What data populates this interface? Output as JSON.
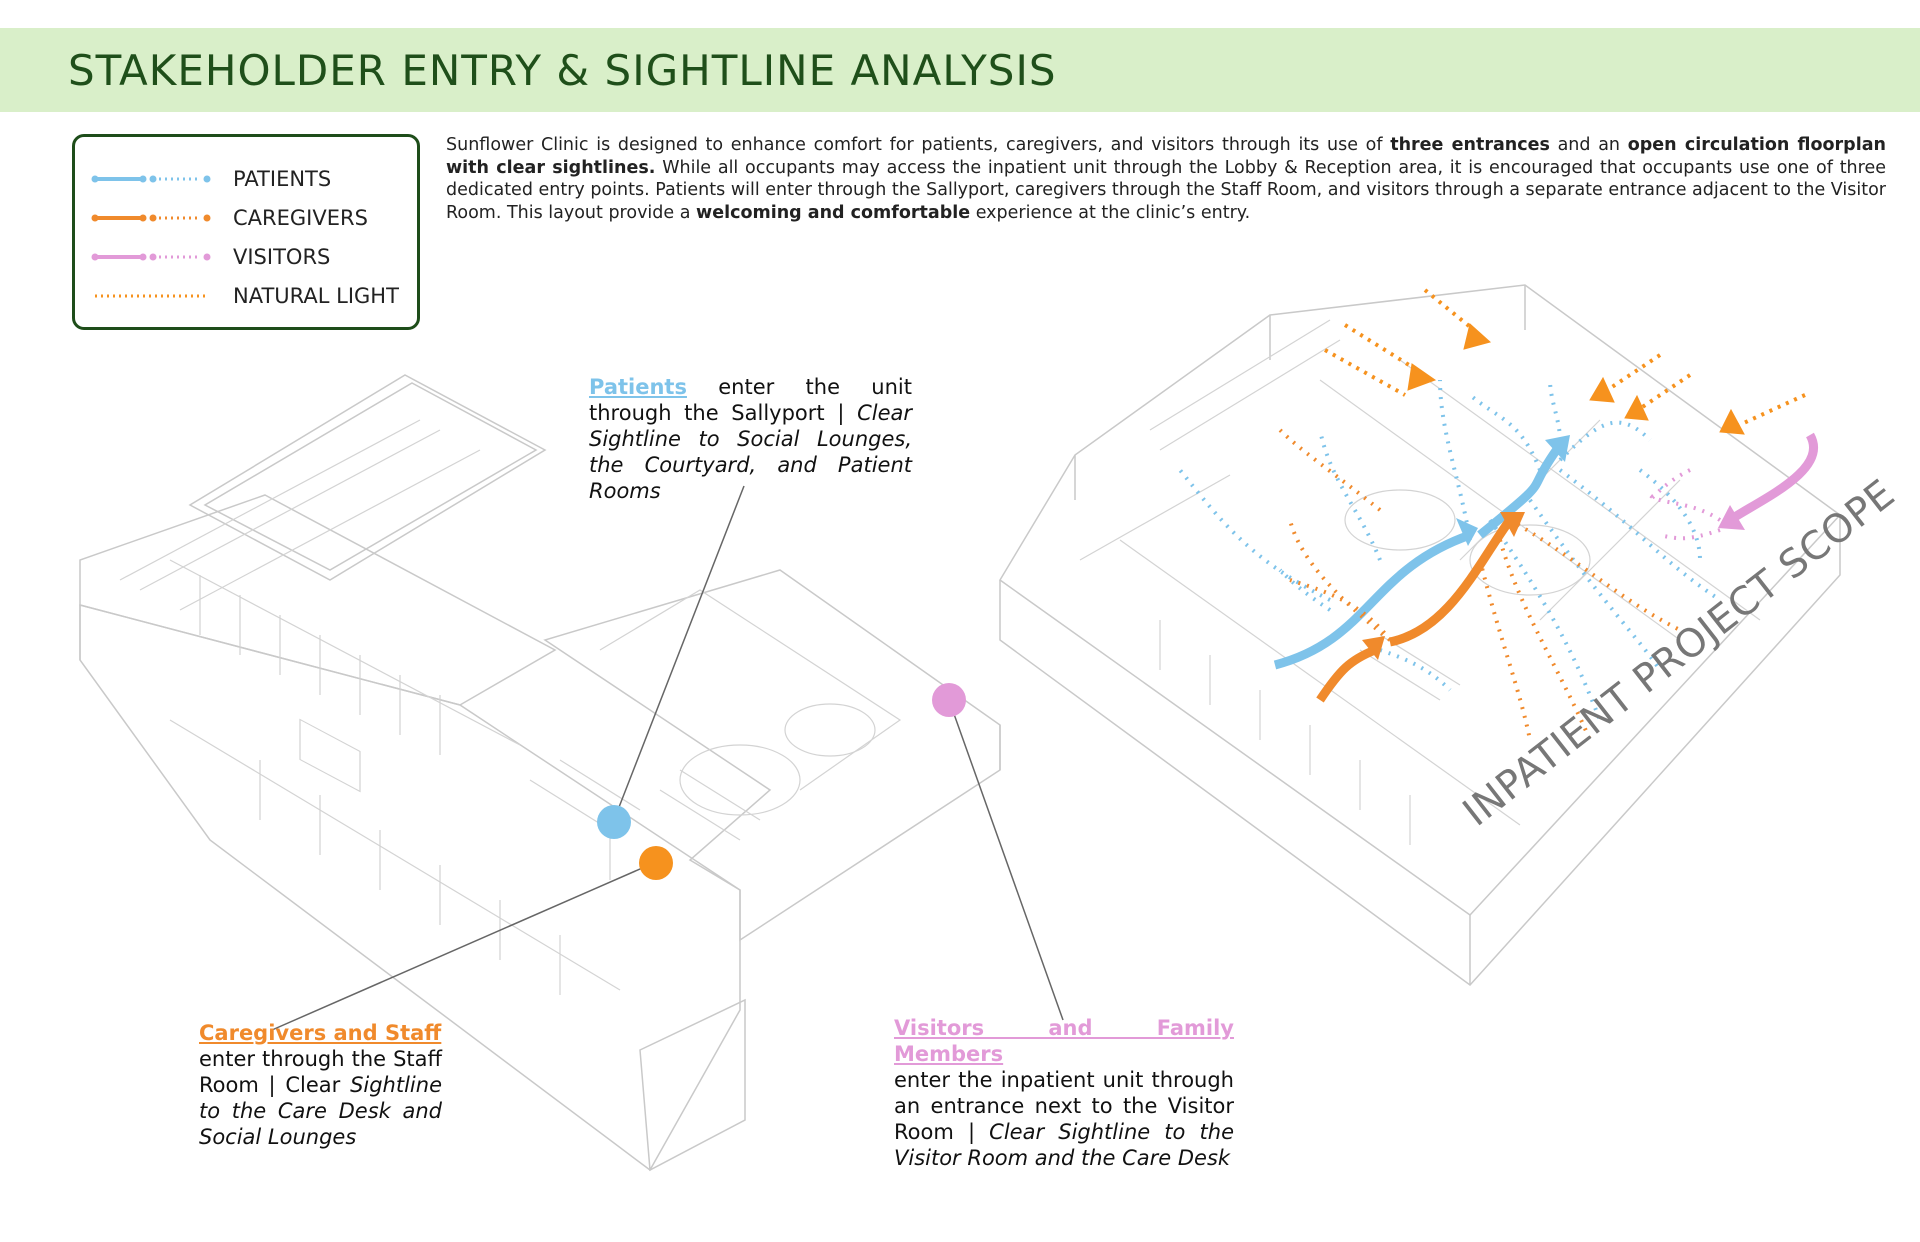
{
  "title": "STAKEHOLDER ENTRY & SIGHTLINE ANALYSIS",
  "colors": {
    "title_band": "#d9efc9",
    "title_text": "#1f4f1a",
    "legend_border": "#1e4d1a",
    "patients": "#7ec3ea",
    "caregivers": "#f08a2c",
    "visitors": "#e29ad8",
    "natural_light": "#f6921e"
  },
  "legend": {
    "items": [
      {
        "label": "PATIENTS",
        "style": "solid-then-dotted-line",
        "color": "#7ec3ea"
      },
      {
        "label": "CAREGIVERS",
        "style": "solid-then-dotted-line",
        "color": "#f08a2c"
      },
      {
        "label": "VISITORS",
        "style": "solid-then-dotted-line",
        "color": "#e29ad8"
      },
      {
        "label": "NATURAL LIGHT",
        "style": "dotted-line",
        "color": "#f6921e"
      }
    ]
  },
  "intro": {
    "p1": "Sunflower Clinic is designed to enhance comfort for patients, caregivers, and visitors through its use of ",
    "b1": "three entrances",
    "p2": " and an ",
    "b2": "open circulation floorplan with clear sightlines.",
    "p3": " While all occupants may access the inpatient unit through the Lobby & Reception area, it is encouraged that occupants use one of three dedicated entry points. Patients will enter through the Sallyport, caregivers through the Staff Room, and visitors through a separate entrance adjacent to the Visitor Room. This layout provide a ",
    "b3": "welcoming and comfortable",
    "p4": " experience at the clinic’s entry."
  },
  "callouts": {
    "patients": {
      "heading": "Patients",
      "text": " enter the unit through the Sallyport | ",
      "italic": "Clear Sightline to Social Lounges, the Courtyard, and Patient Rooms"
    },
    "caregivers": {
      "heading": "Caregivers and Staff",
      "text": " enter through the Staff Room | Clear ",
      "italic": "Sightline to the Care Desk and Social Lounges"
    },
    "visitors": {
      "heading": "Visitors and Family Members",
      "text": " enter the inpatient unit through an entrance next to the Visitor Room | ",
      "italic": "Clear Sightline to the Visitor Room and the Care Desk"
    }
  },
  "scope_label": "INPATIENT PROJECT SCOPE"
}
